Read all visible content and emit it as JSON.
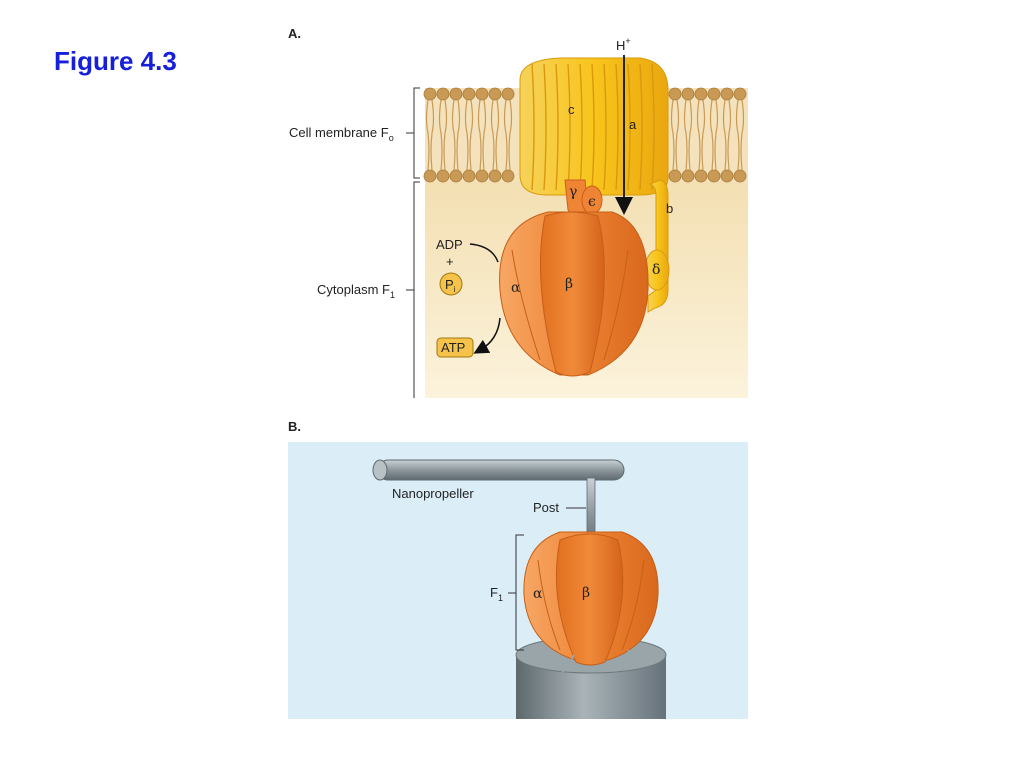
{
  "page": {
    "title": "Figure 4.3"
  },
  "panel_a": {
    "label": "A.",
    "proton": "H",
    "proton_sup": "+",
    "membrane_label": "Cell membrane F",
    "membrane_sub": "o",
    "cytoplasm_label": "Cytoplasm F",
    "cytoplasm_sub": "1",
    "subunits": {
      "c": "c",
      "a": "a",
      "b": "b",
      "gamma": "γ",
      "epsilon": "ϵ",
      "delta": "δ",
      "alpha": "α",
      "beta": "β"
    },
    "adp": "ADP",
    "plus": "+",
    "pi": "P",
    "pi_sub": "i",
    "atp": "ATP"
  },
  "panel_b": {
    "label": "B.",
    "nanopropeller": "Nanopropeller",
    "post": "Post",
    "f1_label": "F",
    "f1_sub": "1",
    "alpha": "α",
    "beta": "β"
  },
  "colors": {
    "title": "#1520d8",
    "membrane_bg": "#f3e2bb",
    "cytoplasm_bg": "#fbf0d4",
    "lipid_head": "#c99a55",
    "c_ring": "#f5c518",
    "f1_orange": "#f08a3a",
    "f1_dark": "#d96a1e",
    "panel_b_bg": "#dbeef8",
    "metal": "#8a969c",
    "atp_box": "#f5c24a"
  }
}
